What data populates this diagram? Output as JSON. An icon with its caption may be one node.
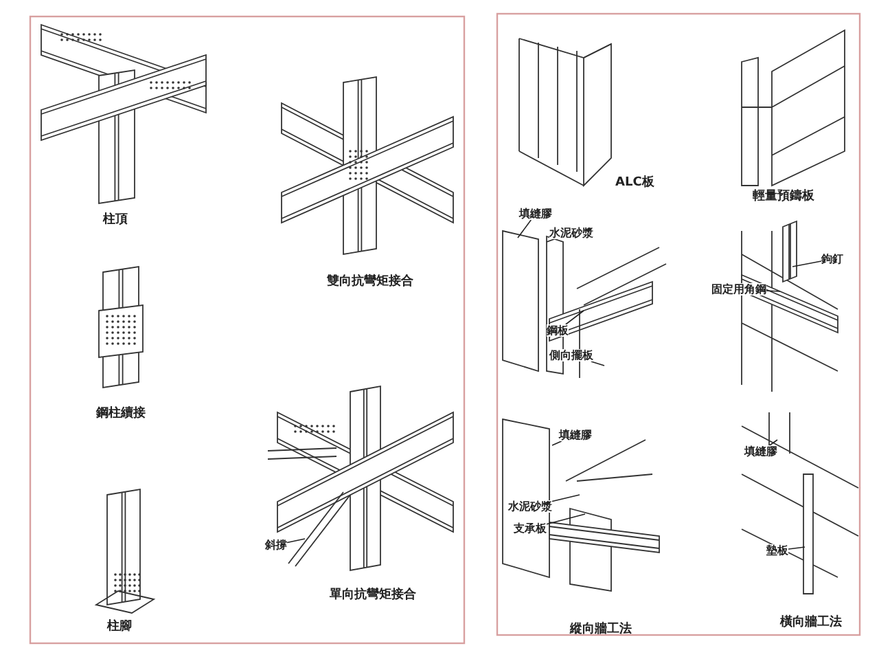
{
  "diagram": {
    "nodes": [
      {
        "text": [
          "斜撐"
        ]
      },
      {
        "text": [
          "填縫膠"
        ]
      },
      {
        "text": [
          "水泥砂漿"
        ]
      },
      {
        "text": [
          "鋼板"
        ]
      },
      {
        "text": [
          "側向擺板"
        ]
      },
      {
        "text": [
          "鉤釘"
        ]
      },
      {
        "text": [
          "固定用角鋼"
        ]
      },
      {
        "text": [
          "填縫膠"
        ]
      },
      {
        "text": [
          "水泥砂漿"
        ]
      },
      {
        "text": [
          "支承板"
        ]
      },
      {
        "text": [
          "填縫膠"
        ]
      },
      {
        "text": [
          "墊板"
        ]
      }
    ],
    "edges": [
      {
        "from": 0,
        "to": null,
        "arrow": "none"
      },
      {
        "from": 1,
        "to": null,
        "arrow": "none"
      },
      {
        "from": 2,
        "to": null,
        "arrow": "none"
      },
      {
        "from": 3,
        "to": null,
        "arrow": "none"
      },
      {
        "from": 4,
        "to": null,
        "arrow": "none"
      },
      {
        "from": 5,
        "to": null,
        "arrow": "none"
      },
      {
        "from": 6,
        "to": null,
        "arrow": "none"
      },
      {
        "from": 7,
        "to": null,
        "arrow": "none"
      },
      {
        "from": 8,
        "to": null,
        "arrow": "none"
      },
      {
        "from": 9,
        "to": null,
        "arrow": "none"
      },
      {
        "from": 10,
        "to": null,
        "arrow": "none"
      },
      {
        "from": 11,
        "to": null,
        "arrow": "none"
      }
    ],
    "labels": [
      "柱頂",
      "雙向抗彎矩接合",
      "鋼柱續接",
      "柱腳",
      "單向抗彎矩接合",
      "ALC板",
      "輕量預鑄板",
      "縱向牆工法",
      "橫向牆工法"
    ]
  }
}
